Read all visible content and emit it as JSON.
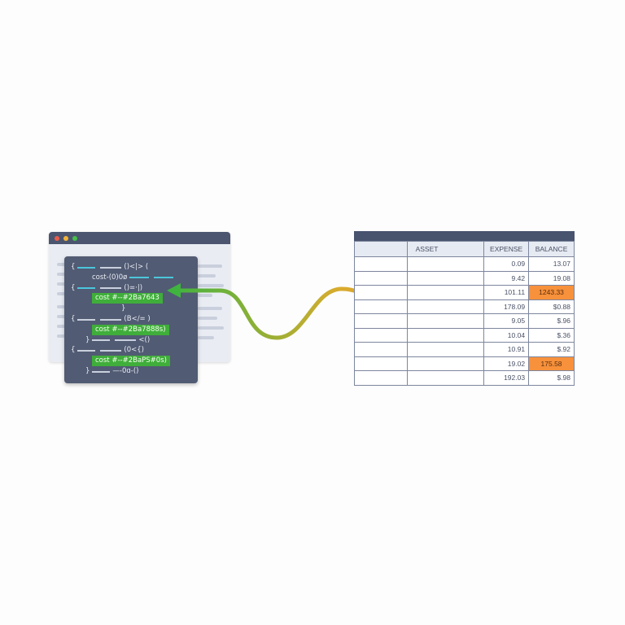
{
  "window_dots": [
    "#e95c4b",
    "#f3b43a",
    "#45c04a"
  ],
  "code_lines": [
    {
      "pre": "{",
      "dashes": [
        "cyan",
        "gray"
      ],
      "post": "()<|> ("
    },
    {
      "text": "cost-(0)0ø",
      "dashes_after": [
        "cyan",
        "cyan"
      ]
    },
    {
      "pre": "{",
      "dashes": [
        "cyan",
        "gray"
      ],
      "post": "()=·|)"
    },
    {
      "highlight": "cost #--#2Ba7643"
    },
    {
      "text": "}"
    },
    {
      "pre": "{",
      "dashes": [
        "gray",
        "gray"
      ],
      "post": "(B</= )"
    },
    {
      "highlight": "cost #--#2Ba7888s)"
    },
    {
      "pre": "}",
      "dashes": [
        "gray",
        "gray"
      ],
      "post": "<()"
    },
    {
      "pre": "{",
      "dashes": [
        "gray",
        "gray"
      ],
      "post": "(0<{)"
    },
    {
      "highlight": "cost #--#2BaPS#0s)"
    },
    {
      "pre": "}",
      "dashes": [
        "gray"
      ],
      "post": "—-0ɑ-()"
    }
  ],
  "spreadsheet": {
    "headers": [
      "",
      "ASSET",
      "EXPENSE",
      "BALANCE"
    ],
    "rows": [
      {
        "expense": "0.09",
        "balance": "13.07",
        "highlight": false
      },
      {
        "expense": "9.42",
        "balance": "19.08",
        "highlight": false
      },
      {
        "expense": "101.11",
        "balance": "1243.33",
        "highlight": true
      },
      {
        "expense": "178.09",
        "balance": "$0.88",
        "highlight": false
      },
      {
        "expense": "9.05",
        "balance": "$.96",
        "highlight": false
      },
      {
        "expense": "10.04",
        "balance": "$.36",
        "highlight": false
      },
      {
        "expense": "10.91",
        "balance": "$.92",
        "highlight": false
      },
      {
        "expense": "19.02",
        "balance": "175.58",
        "highlight": true
      },
      {
        "expense": "192.03",
        "balance": "$.98",
        "highlight": false
      }
    ]
  },
  "colors": {
    "arrow_start": "#f06a1f",
    "arrow_mid": "#d9ac2e",
    "arrow_end": "#3fb43f",
    "highlight_cell": "#f7913b",
    "code_highlight": "#3fae3a"
  }
}
